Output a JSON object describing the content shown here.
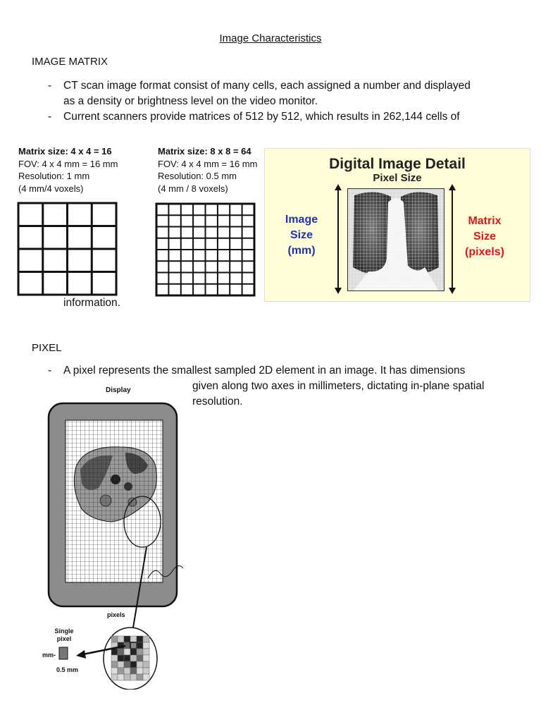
{
  "document": {
    "title": "Image Characteristics",
    "section1": {
      "heading": "IMAGE MATRIX",
      "bullet1_line1": "CT scan image format consist of many cells, each assigned a number and displayed",
      "bullet1_line2": "as a density or brightness level on the video monitor.",
      "bullet2_line1": "Current scanners provide matrices of 512 by 512, which results in 262,144 cells of",
      "bullet2_line2": "information.",
      "dash": "-"
    },
    "matrix1": {
      "line1": "Matrix size: 4 x 4 = 16",
      "line2": "FOV: 4 x 4 mm = 16 mm",
      "line3": "Resolution: 1 mm",
      "line4": "(4 mm/4 voxels)",
      "grid_cells": 4
    },
    "matrix2": {
      "line1": "Matrix size: 8 x 8 = 64",
      "line2": "FOV: 4 x 4 mm = 16 mm",
      "line3": "Resolution: 0.5 mm",
      "line4": "(4 mm / 8 voxels)",
      "grid_cells": 8
    },
    "detail_figure": {
      "title": "Digital Image Detail",
      "subtitle": "Pixel Size",
      "left_label": [
        "Image",
        "Size",
        "(mm)"
      ],
      "right_label": [
        "Matrix",
        "Size",
        "(pixels)"
      ],
      "left_color": "#1f33b0",
      "right_color": "#e0151b"
    },
    "section2": {
      "heading": "PIXEL",
      "bullet1_line1": "A pixel represents the smallest sampled 2D element in an image. It has dimensions",
      "bullet1_line2": "given along two axes in millimeters, dictating in-plane spatial",
      "bullet1_line3": "resolution."
    },
    "display_figure": {
      "display_label": "Display",
      "pixels_label": "pixels",
      "single_pixel_label": [
        "Single",
        "pixel"
      ],
      "mm_label": "mm-",
      "size_label": "0.5 mm"
    }
  }
}
